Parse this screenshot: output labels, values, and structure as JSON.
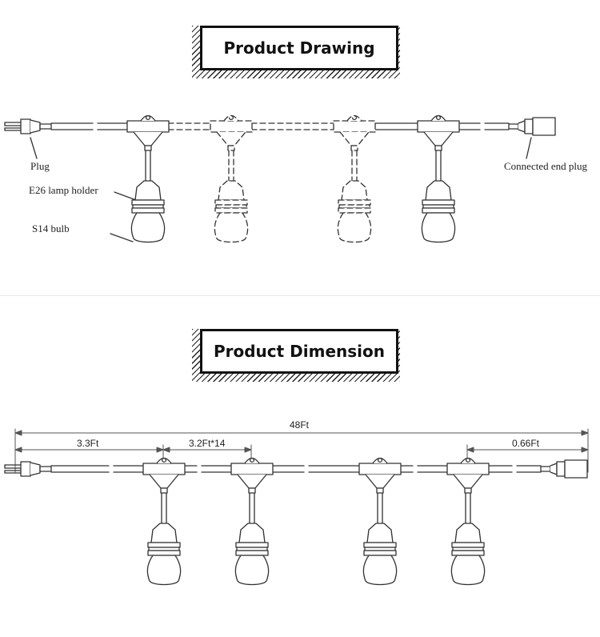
{
  "sections": {
    "drawing_title": "Product Drawing",
    "dimension_title": "Product Dimension"
  },
  "drawing_labels": {
    "plug": "Plug",
    "lamp_holder": "E26  lamp holder",
    "bulb": "S14  bulb",
    "end_plug": "Connected end plug"
  },
  "dimensions": {
    "total": "48Ft",
    "first_spacing": "3.3Ft",
    "spacing": "3.2Ft*14",
    "end_lead": "0.66Ft"
  }
}
